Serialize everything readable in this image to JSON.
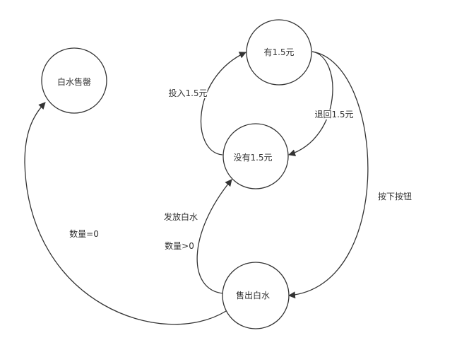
{
  "states": {
    "sold_out": "白水售罄",
    "has_money": "有1.5元",
    "no_money": "没有1.5元",
    "selling": "售出白水"
  },
  "transitions": {
    "insert": "投入1.5元",
    "refund": "退回1.5元",
    "press_button": "按下按钮",
    "dispense": "发放白水",
    "count_positive": "数量>0",
    "count_zero": "数量=0"
  },
  "colors": {
    "stroke": "#333333",
    "background": "#ffffff"
  }
}
